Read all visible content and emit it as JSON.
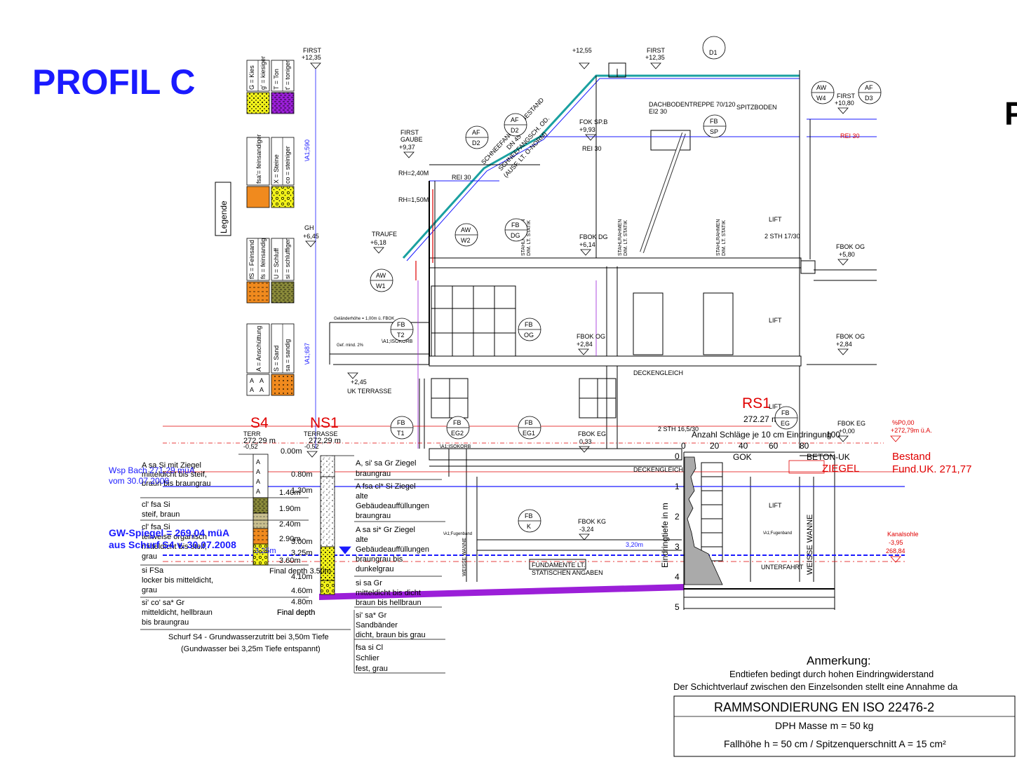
{
  "title": "PROFIL C",
  "legend": {
    "title": "Legende",
    "items": [
      {
        "label1": "G = Kies",
        "label2": "g' = kiesiger",
        "color": "#f2f21a",
        "pattern": "dots"
      },
      {
        "label1": "T = Ton",
        "label2": "t' = toniger",
        "color": "#9b1fd8",
        "pattern": "dash"
      },
      {
        "label1": "fsa'= feinsandiger",
        "label2": "",
        "color": "#f08a1e",
        "pattern": "plain"
      },
      {
        "label1": "X = Steine",
        "label2": "co = steiniger",
        "color": "#f2f21a",
        "pattern": "stones"
      },
      {
        "label1": "fS = Feinsand",
        "label2": "fs = feinsandig",
        "color": "#f08a1e",
        "pattern": "dash"
      },
      {
        "label1": "U = Schluff",
        "label2": "si = schluffiger",
        "color": "#8a8a3a",
        "pattern": "dash"
      },
      {
        "label1": "A = Anschüttung",
        "label2": "",
        "color": "#ffffff",
        "pattern": "A"
      },
      {
        "label1": "S = Sand",
        "label2": "sa = sandig",
        "color": "#f08a1e",
        "pattern": "dots"
      }
    ]
  },
  "water": {
    "wsp_line1": "Wsp Bach 271,29 müA",
    "wsp_line2": "vom 30.07.2008",
    "gw_line1": "GW-Spiegel = 269,04 müA",
    "gw_line2": "aus Schurf S4 v. 30.07.2008",
    "gw_depth": "3,25m"
  },
  "s4": {
    "label": "S4",
    "top": "272,29 m",
    "bore_label": "TERR",
    "bore_level": "-0,52",
    "layers": [
      {
        "text": "A sa Si mit Ziegel\nmitteldicht bis steif,\nbraun bis braungrau",
        "depth": "1.40m"
      },
      {
        "text": "cl' fsa Si\nsteif, braun",
        "depth": "1.90m"
      },
      {
        "text": "cl' fsa Si\nteilweise organisch\nmitteldicht bis steif,\ngrau",
        "depth": "2.40m"
      },
      {
        "text": "si FSa\nlocker bis mitteldicht,\ngrau",
        "depth": "2.90m"
      },
      {
        "text": "si' co' sa* Gr\nmitteldicht, hellbraun\nbis braungrau",
        "depth": "3.60m"
      }
    ],
    "final": "Final depth",
    "note1": "Schurf S4 - Grundwasserzutritt bei 3,50m Tiefe",
    "note2": "(Gundwasser bei 3,25m Tiefe entspannt)"
  },
  "ns1": {
    "label": "NS1",
    "terrace": "TERRASSE",
    "top": "272,29 m",
    "level": "-0,52",
    "start": "0.00m",
    "depths": [
      "0.80m",
      "1.30m",
      "3.00m",
      "3.25m",
      "4.10m",
      "4.60m",
      "4.80m"
    ],
    "final": "Final depth",
    "final2": "Final depth 3.50m",
    "layers": [
      "A, si' sa Gr Ziegel\nbraungrau",
      "A fsa cl* Si Ziegel\nalte\nGebäudeauffüllungen\nbraungrau",
      "A sa si* Gr Ziegel\nalte\nGebäudeauffüllungen\nbraungrau bis\ndunkelgrau",
      "si sa Gr\nmitteldicht bis dicht\nbraun bis hellbraun",
      "si' sa* Gr\nSandbänder\ndicht, braun bis grau",
      "fsa si Cl\nSchlier\nfest, grau"
    ]
  },
  "rs1": {
    "label": "RS1",
    "top": "272.27 m",
    "axis_title": "Anzahl Schläge je 10 cm Eindringung",
    "axis_ticks": [
      "0",
      "20",
      "40",
      "60",
      "80",
      "100"
    ],
    "depth_label": "Eindringtiefe in m",
    "depth_ticks": [
      "0",
      "1",
      "2",
      "3",
      "4",
      "5"
    ],
    "gok": "GOK",
    "beton": "BETON-UK",
    "ziegel": "ZIEGEL",
    "bestand1": "Bestand",
    "bestand2": "Fund.UK. 271,77",
    "p000": "%P0,00",
    "p000b": "+272,79m ü.A.",
    "kanalsohle": "Kanalsohle",
    "kanal1": "-3,95",
    "kanal2": "268,84"
  },
  "building": {
    "levels": [
      {
        "name": "FIRST",
        "val": "+12,35"
      },
      {
        "name": "",
        "val": "+12,55"
      },
      {
        "name": "FIRST",
        "val": "+12,35"
      },
      {
        "name": "FIRST",
        "val": "+10,80"
      },
      {
        "name": "FIRST\nGAUBE",
        "val": "+9,37"
      },
      {
        "name": "FOK SP.B",
        "val": "+9,93"
      },
      {
        "name": "GH",
        "val": "+6,45"
      },
      {
        "name": "TRAUFE",
        "val": "+6,18"
      },
      {
        "name": "FBOK DG",
        "val": "+6,14"
      },
      {
        "name": "FBOK OG",
        "val": "+5,80"
      },
      {
        "name": "FBOK OG",
        "val": "+2,84"
      },
      {
        "name": "FBOK OG",
        "val": "+2,84"
      },
      {
        "name": "",
        "val": "+2,45"
      },
      {
        "name": "FBOK EG",
        "val": "+0,00"
      },
      {
        "name": "FBOK EG",
        "val": "0,33"
      },
      {
        "name": "FBOK KG",
        "val": "-3,24"
      }
    ],
    "tags": [
      {
        "a": "D1",
        "b": ""
      },
      {
        "a": "AW",
        "b": "W4"
      },
      {
        "a": "AF",
        "b": "D3"
      },
      {
        "a": "AF",
        "b": "D2"
      },
      {
        "a": "AF",
        "b": "D2"
      },
      {
        "a": "FB",
        "b": "SP"
      },
      {
        "a": "AW",
        "b": "W2"
      },
      {
        "a": "FB",
        "b": "DG"
      },
      {
        "a": "AW",
        "b": "W1"
      },
      {
        "a": "FB",
        "b": "T2"
      },
      {
        "a": "FB",
        "b": "OG"
      },
      {
        "a": "FB",
        "b": "T1"
      },
      {
        "a": "FB",
        "b": "EG2"
      },
      {
        "a": "FB",
        "b": "EG1"
      },
      {
        "a": "FB",
        "b": "EG"
      },
      {
        "a": "FB",
        "b": "K"
      }
    ],
    "texts": {
      "dachboden": "DACHBODENTREPPE 70/120",
      "ei30": "EI2 30",
      "spitzboden": "SPITZBODEN",
      "rh240": "RH=2,40M",
      "rh150": "RH=1,50M",
      "lift": "LIFT",
      "sth1": "2 STH 17/30",
      "sth2": "2 STH 16,5/30",
      "deckengleich": "DECKENGLEICH",
      "uk_terrasse": "UK TERRASSE",
      "stahlrahmen": "STAHLRAHMEN\nDIM. LT. STATIK",
      "weisse_wanne": "WEISSE WANNE",
      "unterfahrt": "UNTERFAHRT",
      "fundamente": "FUNDAMENTE LT.\nSTATISCHEN ANGABEN",
      "dach_note": "SCHNEEFANG WIE BESTAND\nDN 45°\nSCHNEEFANGSCH. OD.\n(AUSF. LT. O-NORM)",
      "rei": "REI 30",
      "gel": "Geländerhöhe = 1,00m ü. FBOK",
      "gef": "Gef. mind. 2%",
      "isokorb": "\\A1;ISOKORB",
      "a1_590": "\\A1;590",
      "a1_687": "\\A1;687",
      "fugenband": "\\A1;Fugenband",
      "kg_d": "3,20m"
    }
  },
  "anmerkung": {
    "title": "Anmerkung:",
    "line1": "Endtiefen bedingt durch hohen Eindringwiderstand",
    "line2": "Der Schichtverlauf zwischen den Einzelsonden stellt eine Annahme da"
  },
  "box": {
    "title": "RAMMSONDIERUNG EN ISO 22476-2",
    "line1": "DPH Masse m = 50 kg",
    "line2": "Fallhöhe h = 50 cm / Spitzenquerschnitt A = 15 cm²"
  },
  "edge_letter": "P"
}
